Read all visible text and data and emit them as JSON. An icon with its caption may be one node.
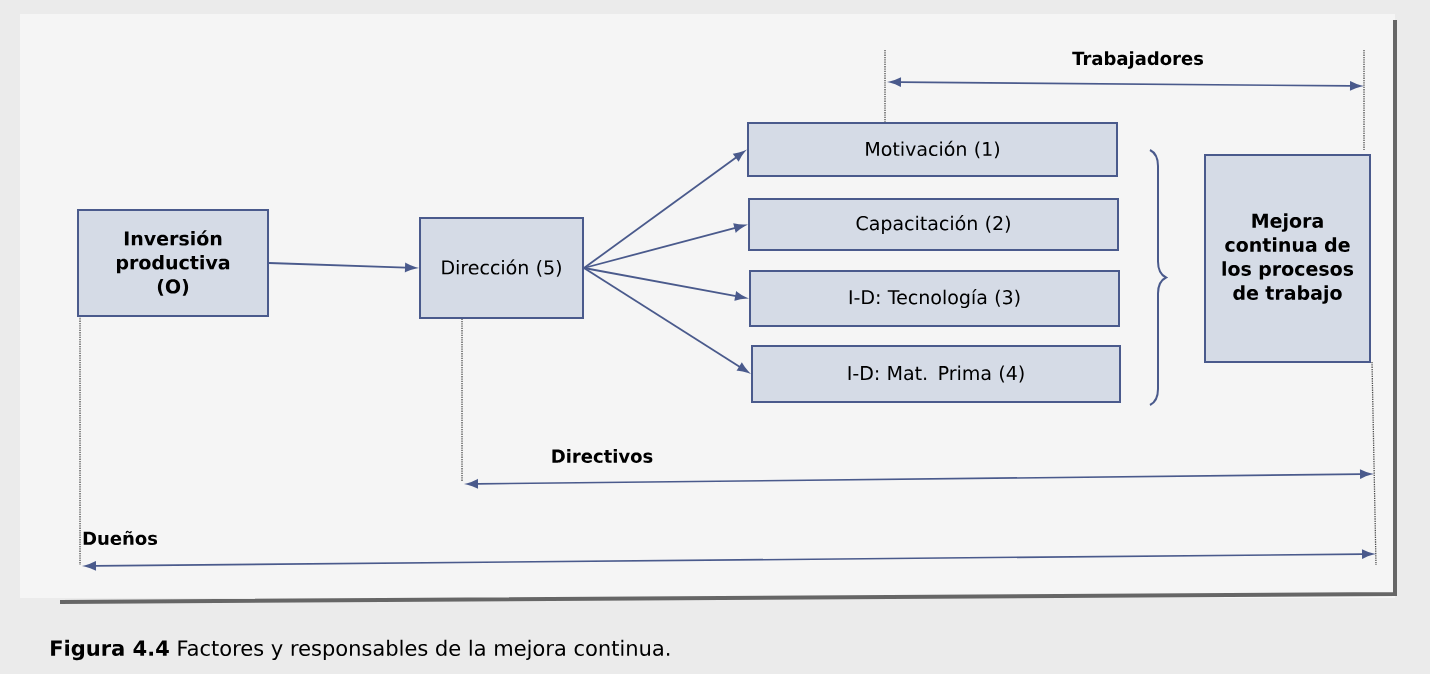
{
  "diagram": {
    "caption": "**Figura 4.4** Factores y responsables de la mejora continua.",
    "nodes": [
      {
        "text": [
          "Inversión productiva (O)"
        ]
      },
      {
        "text": [
          "Dirección (5)"
        ]
      },
      {
        "text": [
          "Motivación (1)"
        ]
      },
      {
        "text": [
          "Capacitación (2)"
        ]
      },
      {
        "text": [
          "I-D: Tecnología (3)"
        ]
      },
      {
        "text": [
          "I-D: Mat. Prima (4)"
        ]
      },
      {
        "text": [
          "Mejora continua de los procesos de trabajo"
        ]
      }
    ],
    "edges": [
      {
        "from": 0,
        "to": 1,
        "arrow": "to"
      },
      {
        "from": 1,
        "to": 2,
        "arrow": "to"
      },
      {
        "from": 1,
        "to": 3,
        "arrow": "to"
      },
      {
        "from": 1,
        "to": 4,
        "arrow": "to"
      },
      {
        "from": 1,
        "to": 5,
        "arrow": "to"
      }
    ],
    "labels": [
      "Trabajadores",
      "Directivos",
      "Dueños"
    ]
  }
}
